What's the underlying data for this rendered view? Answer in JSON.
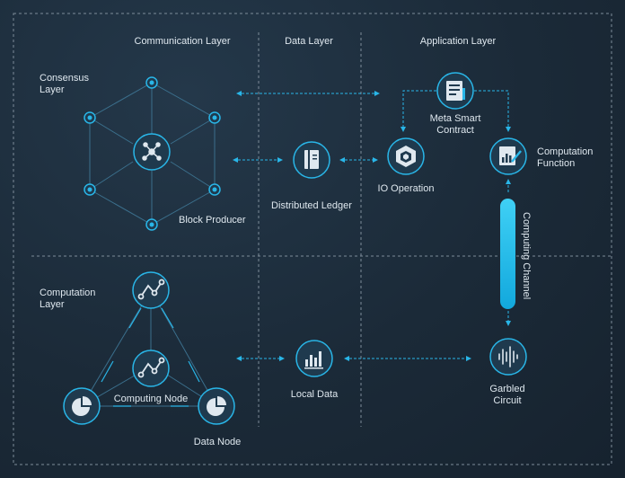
{
  "layers": {
    "communication": "Communication Layer",
    "data": "Data Layer",
    "application": "Application Layer"
  },
  "labels": {
    "consensus_layer": [
      "Consensus",
      "Layer"
    ],
    "block_producer": "Block Producer",
    "distributed_ledger": "Distributed Ledger",
    "io_operation": "IO Operation",
    "meta_smart_contract": [
      "Meta Smart",
      "Contract"
    ],
    "computation_function": [
      "Computation",
      "Function"
    ],
    "computing_channel": "Computing Channel",
    "computation_layer": [
      "Computation",
      "Layer"
    ],
    "computing_node": "Computing Node",
    "data_node": "Data Node",
    "local_data": "Local Data",
    "garbled_circuit": [
      "Garbled",
      "Circuit"
    ]
  },
  "colors": {
    "accent": "#29b6e8",
    "node_fill": "#1f3a4e",
    "channel": "#22c1ee",
    "divider": "#7d8c99",
    "text": "#dfe8ef"
  }
}
